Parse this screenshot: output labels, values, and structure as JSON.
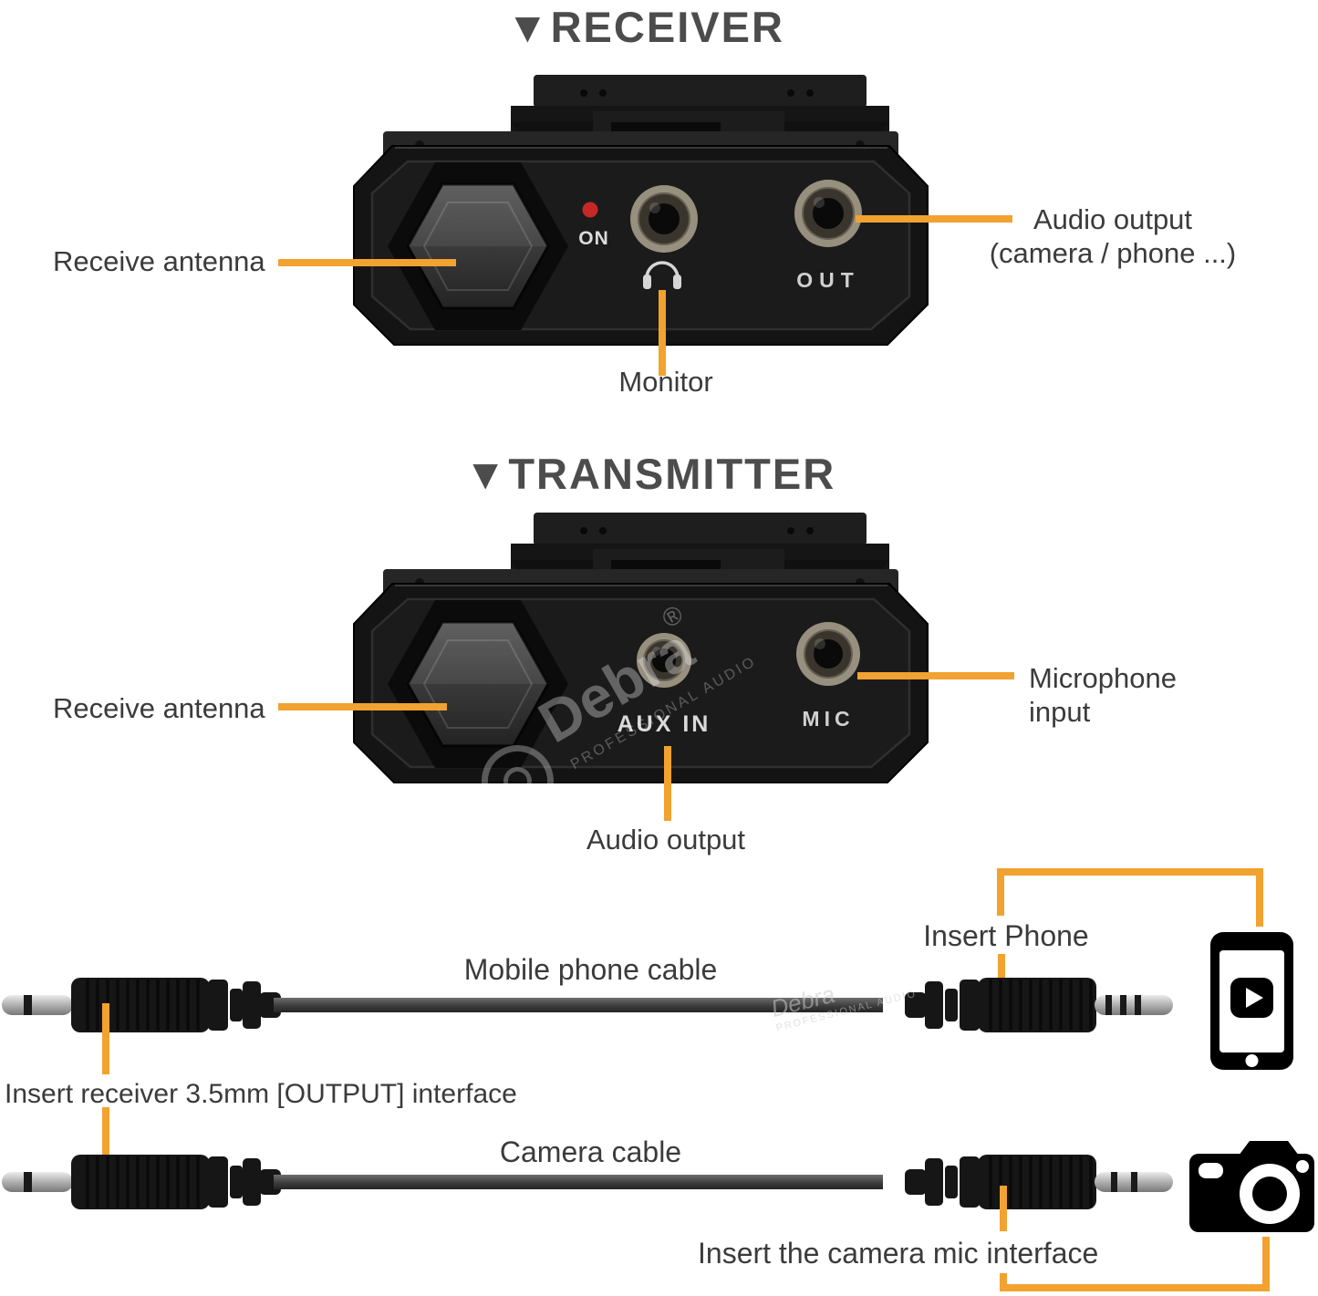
{
  "colors": {
    "accent": "#F2A230",
    "label_text": "#3b3b3b",
    "heading_text": "#4c4c4c"
  },
  "watermark": {
    "brand": "Debra",
    "registered": "®",
    "tagline": "PROFESSIONAL AUDIO"
  },
  "receiver_section": {
    "heading": "▼RECEIVER",
    "antenna_label": "Receive antenna",
    "audio_output_label_line1": "Audio output",
    "audio_output_label_line2": "(camera / phone ...)",
    "monitor_label": "Monitor",
    "device": {
      "power_led": "ON",
      "output_jack": "OUT"
    }
  },
  "transmitter_section": {
    "heading": "▼TRANSMITTER",
    "antenna_label": "Receive antenna",
    "mic_input_label_line1": "Microphone",
    "mic_input_label_line2": "input",
    "audio_output_label": "Audio output",
    "device": {
      "aux_jack": "AUX IN",
      "mic_jack": "MIC"
    }
  },
  "cables_section": {
    "phone_cable_label": "Mobile phone cable",
    "camera_cable_label": "Camera cable",
    "insert_phone_label": "Insert Phone",
    "insert_receiver_label": "Insert receiver 3.5mm [OUTPUT] interface",
    "insert_camera_label": "Insert the camera mic interface"
  }
}
